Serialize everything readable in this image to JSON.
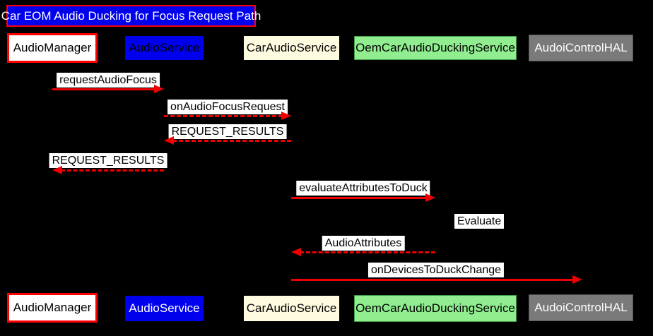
{
  "diagram": {
    "type": "sequence",
    "title": "Car EOM Audio Ducking for Focus Request Path",
    "participants": [
      {
        "label": "AudioManager"
      },
      {
        "label": "AudioService"
      },
      {
        "label": "CarAudioService"
      },
      {
        "label": "OemCarAudioDuckingService"
      },
      {
        "label": "AudoiControlHAL"
      }
    ],
    "messages": [
      {
        "label": "requestAudioFocus",
        "from": "AudioManager",
        "to": "AudioService",
        "line": "solid",
        "direction": "right"
      },
      {
        "label": "onAudioFocusRequest",
        "from": "AudioService",
        "to": "CarAudioService",
        "line": "dashed",
        "direction": "right"
      },
      {
        "label": "REQUEST_RESULTS",
        "from": "CarAudioService",
        "to": "AudioService",
        "line": "dashed",
        "direction": "left"
      },
      {
        "label": "REQUEST_RESULTS",
        "from": "AudioService",
        "to": "AudioManager",
        "line": "dashed",
        "direction": "left"
      },
      {
        "label": "evaluateAttributesToDuck",
        "from": "CarAudioService",
        "to": "OemCarAudioDuckingService",
        "line": "solid",
        "direction": "right"
      },
      {
        "label": "Evaluate",
        "from": "OemCarAudioDuckingService",
        "to": "OemCarAudioDuckingService",
        "line": "self",
        "direction": "self"
      },
      {
        "label": "AudioAttributes",
        "from": "OemCarAudioDuckingService",
        "to": "CarAudioService",
        "line": "dashed",
        "direction": "left"
      },
      {
        "label": "onDevicesToDuckChange",
        "from": "CarAudioService",
        "to": "AudoiControlHAL",
        "line": "solid",
        "direction": "right"
      }
    ],
    "colors": {
      "background": "#000000",
      "arrow": "#EE0000",
      "message_label_bg": "#FFFFFF",
      "message_label_text": "#000000",
      "title_bg": "#0000EE",
      "title_border": "#FF0000",
      "title_text": "#FFFFFF",
      "audio_manager_fill": "#FFFFFF",
      "audio_manager_border": "#FF0000",
      "audio_service_fill": "#0000EE",
      "car_audio_service_fill": "#FFFBE0",
      "oem_car_audio_ducking_service_fill": "#90EE90",
      "audoi_control_hal_fill": "#7A7A7A"
    }
  }
}
